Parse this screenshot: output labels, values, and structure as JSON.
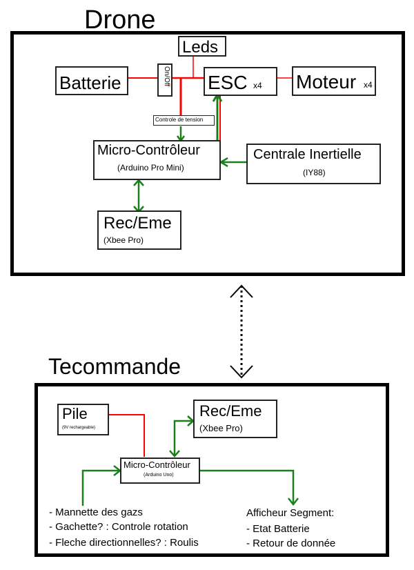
{
  "drone": {
    "title": "Drone",
    "leds": "Leds",
    "batterie": "Batterie",
    "onoff": "On/Off",
    "esc": {
      "label": "ESC",
      "qty": "x4"
    },
    "moteur": {
      "label": "Moteur",
      "qty": "x4"
    },
    "controle_tension": "Controle de tension",
    "micro": {
      "label": "Micro-Contrôleur",
      "sub": "(Arduino Pro Mini)"
    },
    "centrale": {
      "label": "Centrale Inertielle",
      "sub": "(IY88)"
    },
    "receme": {
      "label": "Rec/Eme",
      "sub": "(Xbee Pro)"
    }
  },
  "remote": {
    "title": "Tecommande",
    "pile": {
      "label": "Pile",
      "sub": "(9V rechargeable)"
    },
    "receme": {
      "label": "Rec/Eme",
      "sub": "(Xbee Pro)"
    },
    "micro": {
      "label": "Micro-Contrôleur",
      "sub": "(Arduino Uno)"
    },
    "inputs": [
      "- Mannette des gazs",
      "- Gachette?  : Controle rotation",
      "- Fleche directionnelles? : Roulis"
    ],
    "display": {
      "title": "Afficheur Segment:",
      "items": [
        "- Etat Batterie",
        "- Retour de donnée"
      ]
    }
  },
  "colors": {
    "power": "#ff0000",
    "signal": "#1a7f1a",
    "link": "#000000"
  }
}
